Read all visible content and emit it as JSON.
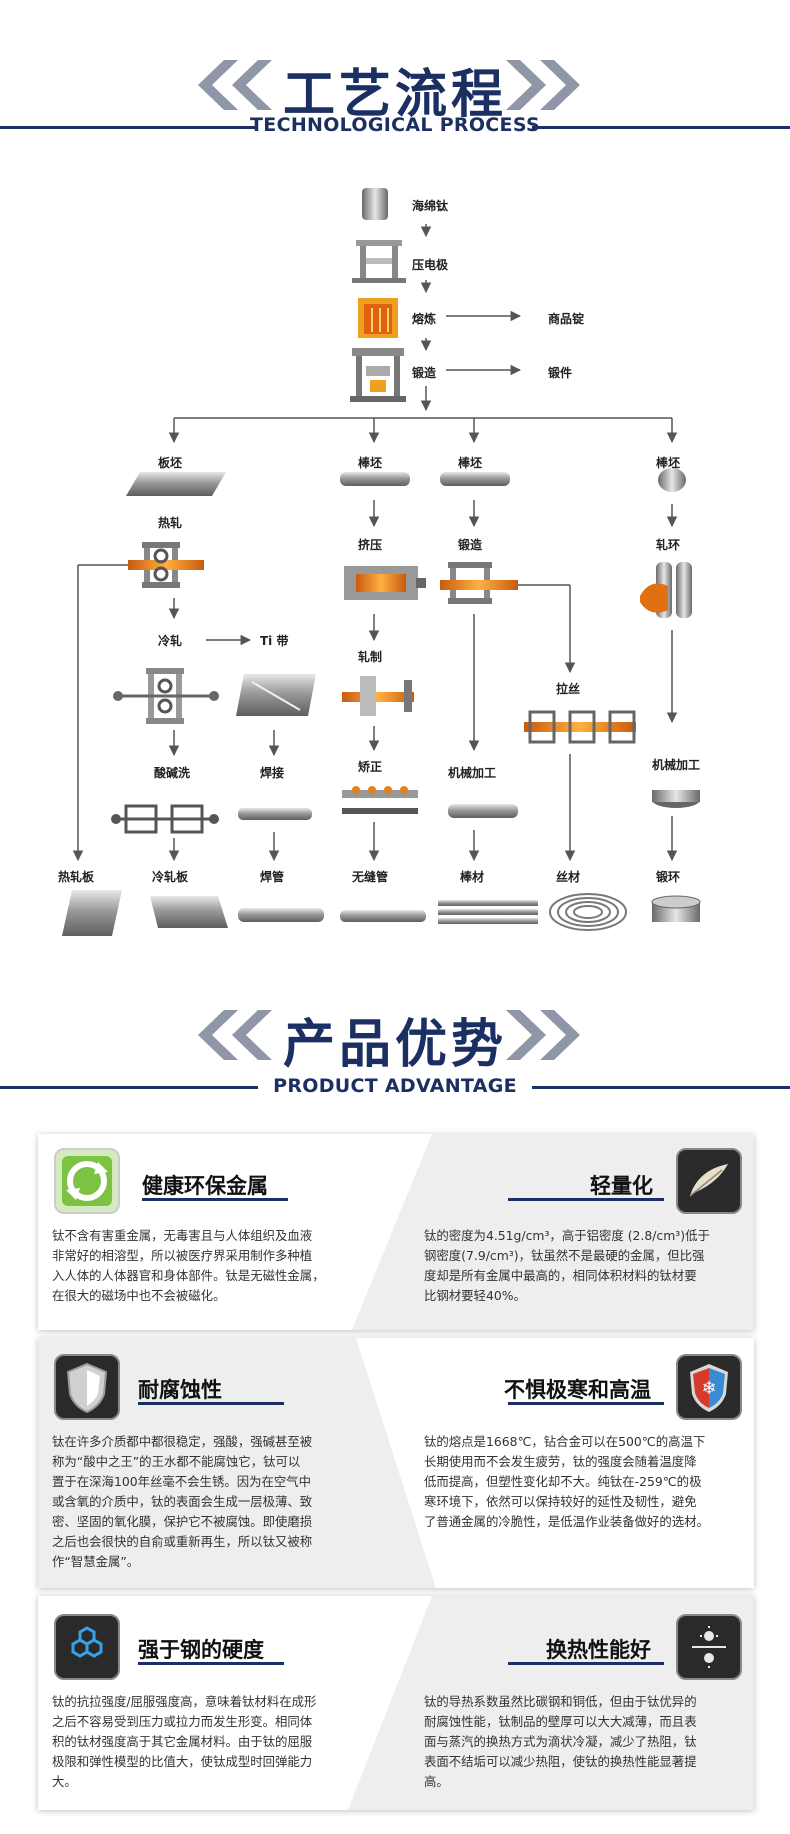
{
  "process_section": {
    "title": "工艺流程",
    "subtitle": "TECHNOLOGICAL PROCESS"
  },
  "process_flow": {
    "main": [
      "海绵钛",
      "压电极",
      "熔炼",
      "锻造"
    ],
    "side": [
      "商品锭",
      "锻件"
    ],
    "branch1": [
      "板坯",
      "热轧",
      "冷轧",
      "Ti 带",
      "酸碱洗",
      "焊接",
      "热轧板",
      "冷轧板",
      "焊管"
    ],
    "branch2": [
      "棒坯",
      "挤压",
      "轧制",
      "矫正",
      "无缝管"
    ],
    "branch3": [
      "棒坯",
      "锻造",
      "机械加工",
      "棒材",
      "拉丝",
      "丝材"
    ],
    "branch4": [
      "棒坯",
      "轧环",
      "机械加工",
      "锻环"
    ]
  },
  "advantage_section": {
    "title": "产品优势",
    "subtitle": "PRODUCT ADVANTAGE"
  },
  "advantages": [
    {
      "title": "健康环保金属",
      "icon": "recycle-icon",
      "lines": [
        "钛不含有害重金属，无毒害且与人体组织及血液",
        "非常好的相溶型，所以被医疗界采用制作多种植",
        "入人体的人体器官和身体部件。钛是无磁性金属，",
        "在很大的磁场中也不会被磁化。"
      ]
    },
    {
      "title": "轻量化",
      "icon": "feather-icon",
      "lines": [
        "钛的密度为4.51g/cm³，高于铝密度 (2.8/cm³)低于",
        "钢密度(7.9/cm³)，钛虽然不是最硬的金属，但比强",
        "度却是所有金属中最高的，相同体积材料的钛材要",
        "比钢材要轻40%。"
      ]
    },
    {
      "title": "耐腐蚀性",
      "icon": "shield-icon",
      "lines": [
        "钛在许多介质都中都很稳定，强酸，强碱甚至被",
        "称为“酸中之王”的王水都不能腐蚀它，钛可以",
        "置于在深海100年丝毫不会生锈。因为在空气中",
        "或含氧的介质中，钛的表面会生成一层极薄、致",
        "密、坚固的氧化膜，保护它不被腐蚀。即使磨损",
        "之后也会很快的自俞或重新再生，所以钛又被称",
        "作“智慧金属”。"
      ]
    },
    {
      "title": "不惧极寒和高温",
      "icon": "snowflake-shield-icon",
      "lines": [
        "钛的熔点是1668℃，钻合金可以在500℃的高温下",
        "长期使用而不会发生疲劳，钛的强度会随着温度降",
        "低而提高，但塑性变化却不大。纯钛在-259℃的极",
        "寒环境下，依然可以保持较好的延性及韧性，避免",
        "了普通金属的冷脆性，是低温作业装备做好的选材。"
      ]
    },
    {
      "title": "强于钢的硬度",
      "icon": "hexagon-icon",
      "lines": [
        "钛的抗拉强度/屈服强度高，意味着钛材料在成形",
        "之后不容易受到压力或拉力而发生形变。相同体",
        "积的钛材强度高于其它金属材料。由于钛的屈服",
        "极限和弹性模型的比值大，使钛成型时回弹能力",
        "大。"
      ]
    },
    {
      "title": "换热性能好",
      "icon": "sun-divide-icon",
      "lines": [
        "钛的导热系数虽然比碳钢和铜低，但由于钛优异的",
        "耐腐蚀性能，钛制品的壁厚可以大大减薄，而且表",
        "面与蒸汽的换热方式为滴状冷凝，减少了热阻，钛",
        "表面不结垢可以减少热阻，使钛的换热性能显著提",
        "高。"
      ]
    }
  ],
  "colors": {
    "navy": "#1b2f63",
    "chevron": "#8f96a8"
  }
}
